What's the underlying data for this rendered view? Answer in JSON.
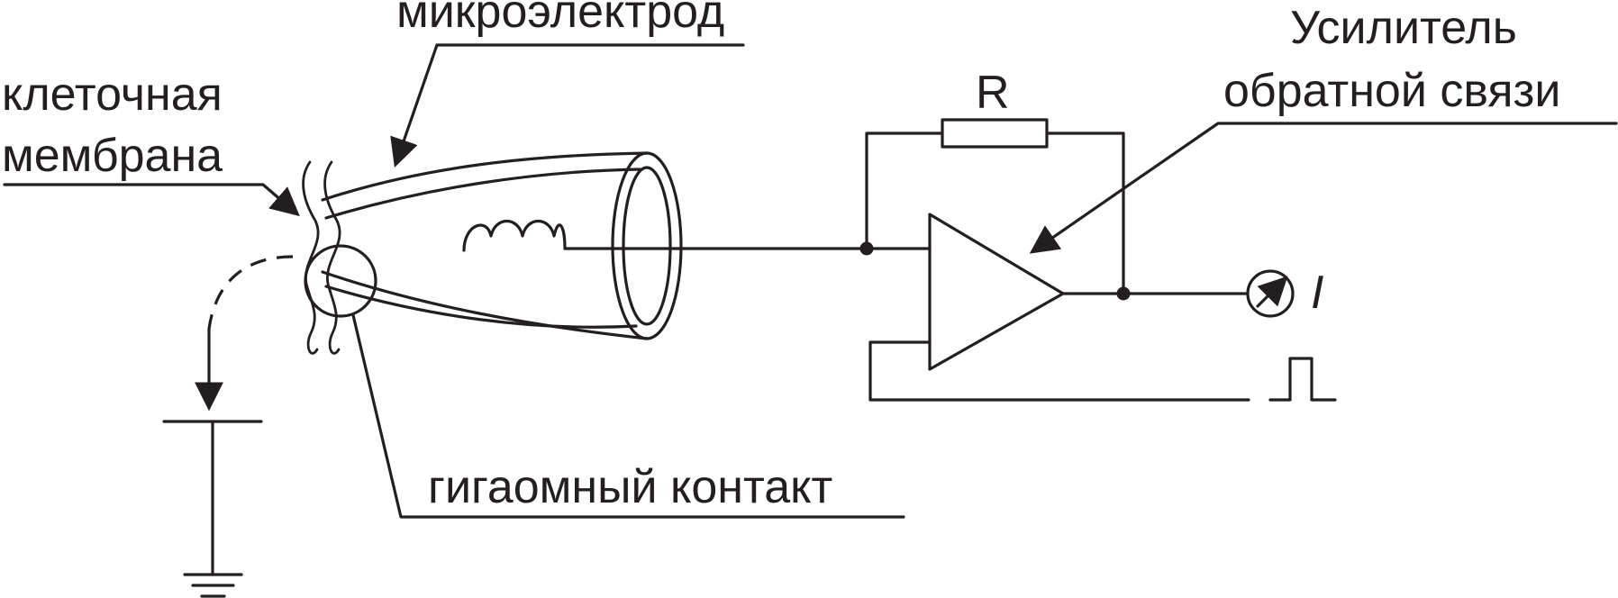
{
  "labels": {
    "microelectrode": "микроэлектрод",
    "membrane_line1": "клеточная",
    "membrane_line2": "мембрана",
    "resistor": "R",
    "amplifier_line1": "Усилитель",
    "amplifier_line2": "обратной связи",
    "current": "I",
    "gigaseal": "гигаомный контакт"
  },
  "colors": {
    "ink": "#231f20",
    "background": "#ffffff"
  }
}
